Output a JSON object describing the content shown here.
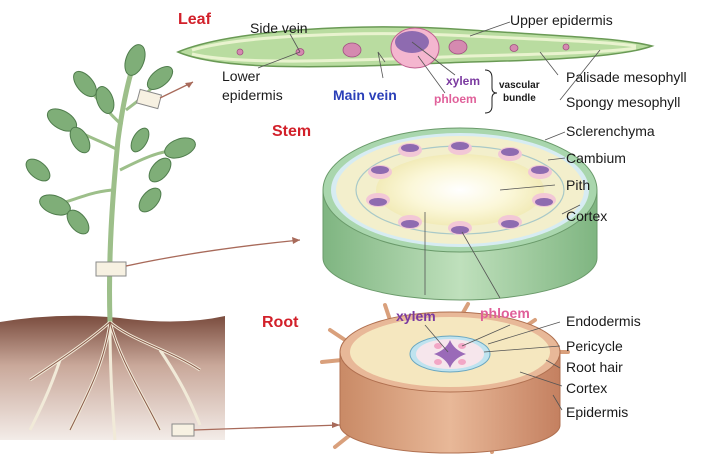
{
  "sections": {
    "leaf": "Leaf",
    "stem": "Stem",
    "root": "Root"
  },
  "leaf": {
    "side_vein": "Side vein",
    "upper_epidermis": "Upper epidermis",
    "lower_epidermis_1": "Lower",
    "lower_epidermis_2": "epidermis",
    "main_vein": "Main vein",
    "xylem": "xylem",
    "phloem": "phloem",
    "vascular_1": "vascular",
    "vascular_2": "bundle",
    "palisade": "Palisade mesophyll",
    "spongy": "Spongy mesophyll"
  },
  "stem": {
    "sclerenchyma": "Sclerenchyma",
    "cambium": "Cambium",
    "pith": "Pith",
    "cortex": "Cortex"
  },
  "root": {
    "xylem": "xylem",
    "phloem": "phloem",
    "endodermis": "Endodermis",
    "pericycle": "Pericycle",
    "root_hair": "Root hair",
    "cortex": "Cortex",
    "epidermis": "Epidermis"
  },
  "colors": {
    "title_red": "#d2202a",
    "main_vein_blue": "#2a3fb8",
    "xylem_purple": "#7b3aa0",
    "phloem_pink": "#e0609a",
    "leaf_green": "#b9dca0",
    "stem_green": "#9ccc9a",
    "root_tan": "#d9a07c",
    "soil_brown": "#8a5a4a"
  }
}
